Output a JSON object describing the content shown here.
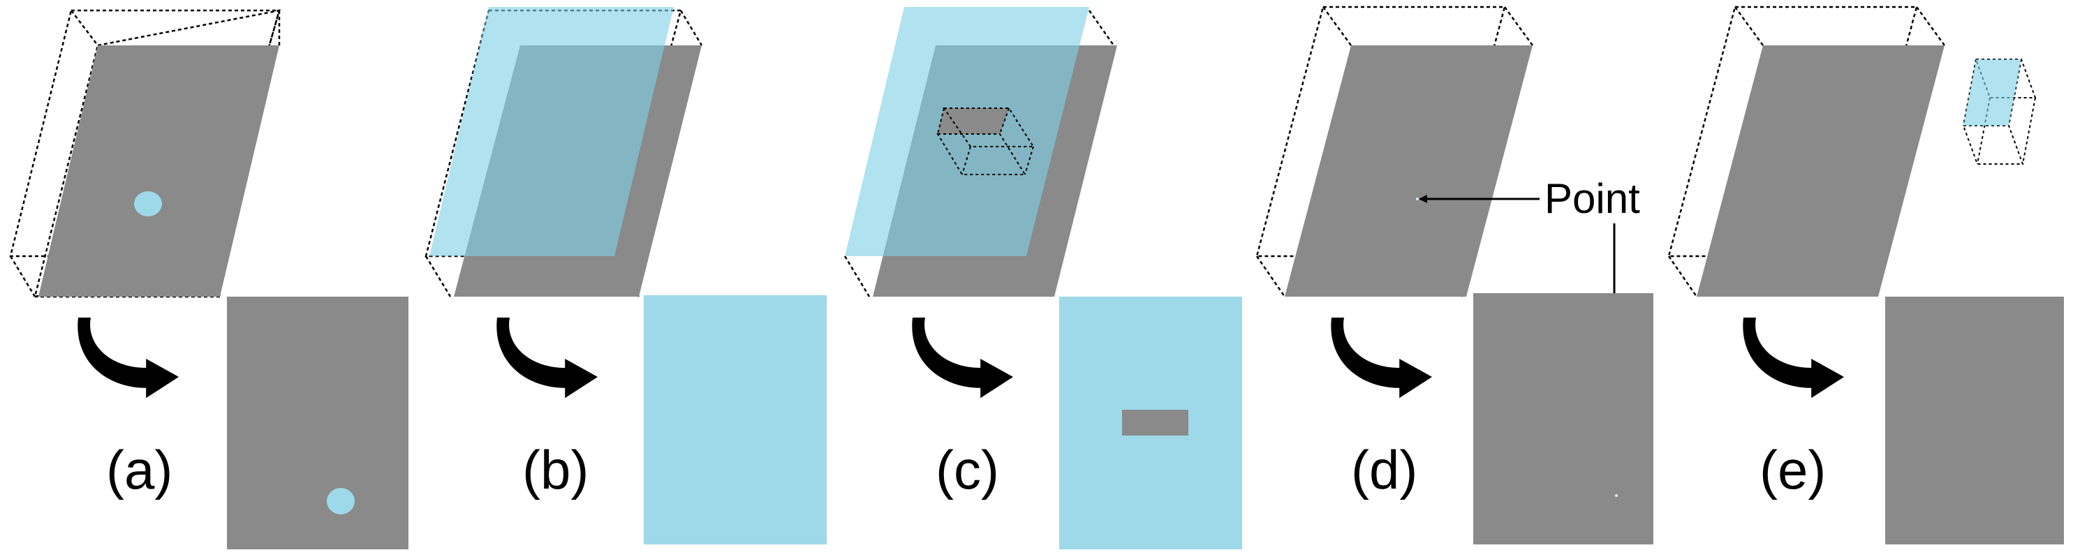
{
  "colors": {
    "slab": "#8a8a8a",
    "slice": "#9ed9ea",
    "slice_translucent": "#7fd0e6",
    "arrow": "#000000",
    "outline": "#000000"
  },
  "panels": [
    {
      "id": "a",
      "label": "(a)"
    },
    {
      "id": "b",
      "label": "(b)"
    },
    {
      "id": "c",
      "label": "(c)"
    },
    {
      "id": "d",
      "label": "(d)"
    },
    {
      "id": "e",
      "label": "(e)"
    }
  ],
  "annotation": {
    "point_label": "Point"
  }
}
